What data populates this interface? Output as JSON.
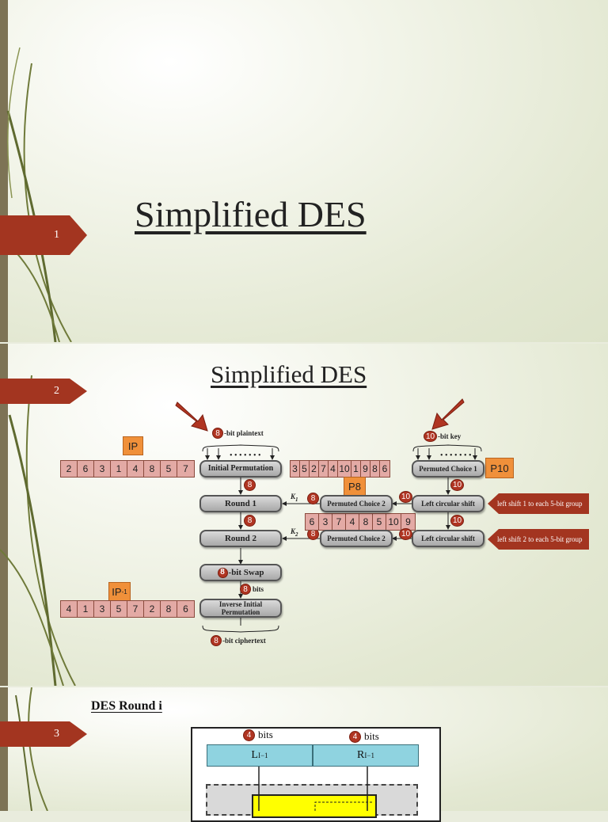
{
  "slides": [
    {
      "number": "1",
      "title": "Simplified DES"
    },
    {
      "number": "2",
      "title": "Simplified DES"
    },
    {
      "number": "3",
      "title": "DES Round i"
    }
  ],
  "diagram": {
    "ip_label": "IP",
    "ip_values": [
      "2",
      "6",
      "3",
      "1",
      "4",
      "8",
      "5",
      "7"
    ],
    "ipinv_label": "IP",
    "ipinv_sup": "-1",
    "ipinv_values": [
      "4",
      "1",
      "3",
      "5",
      "7",
      "2",
      "8",
      "6"
    ],
    "p10_label": "P10",
    "p10_values": [
      "3",
      "5",
      "2",
      "7",
      "4",
      "10",
      "1",
      "9",
      "8",
      "6"
    ],
    "p8_label": "P8",
    "p8_values": [
      "6",
      "3",
      "7",
      "4",
      "8",
      "5",
      "10",
      "9"
    ],
    "plaintext_num": "8",
    "plaintext_label": "-bit plaintext",
    "key_num": "10",
    "key_label": "-bit key",
    "ciphertext_num": "8",
    "ciphertext_label": "-bit ciphertext",
    "initial_permutation": "Initial Permutation",
    "round1": "Round 1",
    "round2": "Round 2",
    "swap_num": "8",
    "swap_label": "-bit Swap",
    "bits_num": "8",
    "bits_label": "bits",
    "inverse_ip": "Inverse Initial Permutation",
    "pc1": "Permuted Choice 1",
    "pc2a": "Permuted Choice 2",
    "pc2b": "Permuted Choice 2",
    "lcs1": "Left circular shift",
    "lcs2": "Left circular shift",
    "k1": "K",
    "k1_sub": "1",
    "k2": "K",
    "k2_sub": "2",
    "n8": "8",
    "n10": "10",
    "shift1": "left shift 1 to each 5-bit group",
    "shift2": "left shift 2 to each 5-bit group"
  },
  "round": {
    "bits_num_left": "4",
    "bits_num_right": "4",
    "bits_label": "bits",
    "l_label": "L",
    "l_sub": "I−1",
    "r_label": "R",
    "r_sub": "I−1"
  }
}
